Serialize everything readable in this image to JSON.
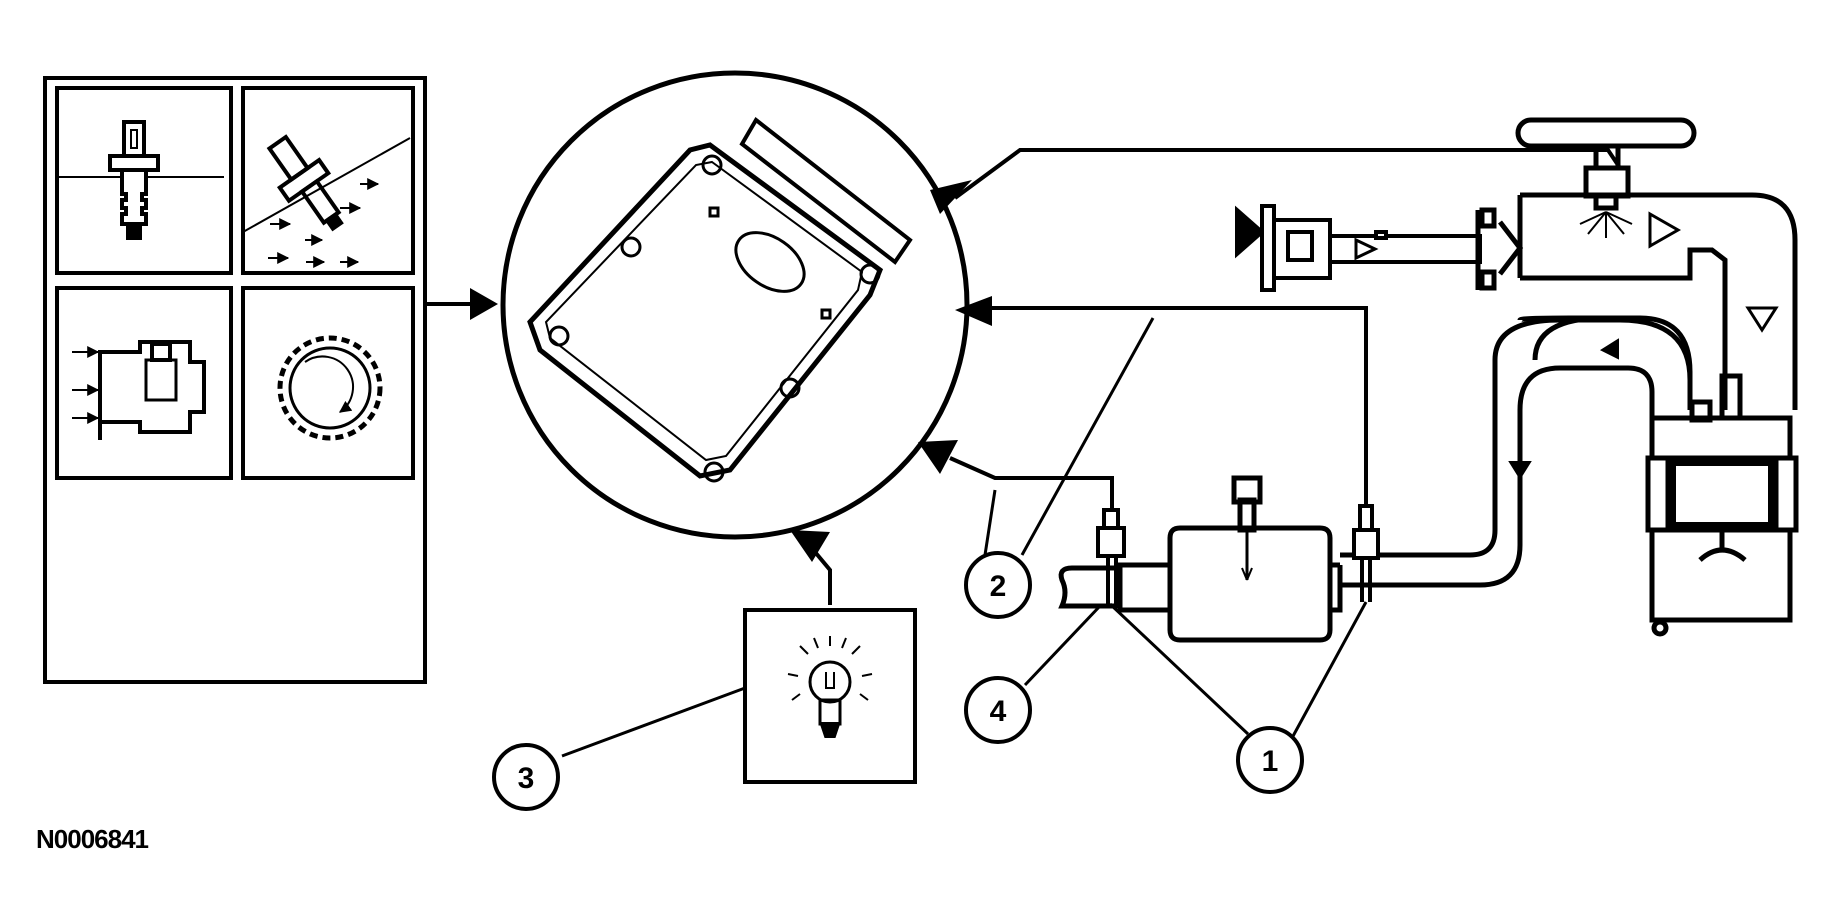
{
  "figure_id": "N0006841",
  "callouts": {
    "c1": "1",
    "c2": "2",
    "c3": "3",
    "c4": "4"
  },
  "colors": {
    "ink": "#000000",
    "paper": "#ffffff"
  },
  "icons": [
    "sensor-panel-icon",
    "pcm-module-icon",
    "indicator-lamp-icon",
    "catalytic-converter-icon",
    "exhaust-pipe-icon",
    "oxygen-sensor-icon",
    "engine-cylinder-icon",
    "intake-manifold-icon",
    "fuel-injector-icon",
    "air-filter-icon",
    "crankshaft-position-sensor-icon",
    "temperature-sensor-icon",
    "throttle-position-sensor-icon",
    "mass-air-flow-sensor-icon"
  ]
}
